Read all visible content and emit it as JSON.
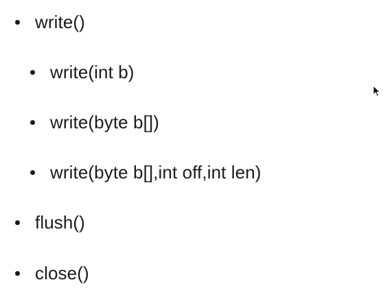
{
  "slide": {
    "items": [
      {
        "level": 1,
        "text": "write()"
      },
      {
        "level": 2,
        "text": "write(int b)"
      },
      {
        "level": 2,
        "text": "write(byte b[])"
      },
      {
        "level": 2,
        "text": "write(byte b[],int off,int len)"
      },
      {
        "level": 1,
        "text": "flush()"
      },
      {
        "level": 1,
        "text": "close()"
      }
    ]
  },
  "icons": {
    "cursor": "mouse-pointer-icon"
  }
}
